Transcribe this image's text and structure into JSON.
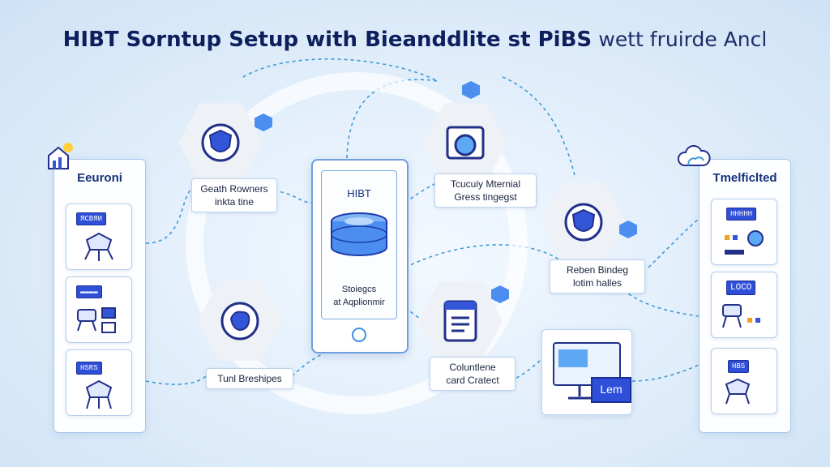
{
  "title": {
    "bold_text": "HIBT Sorntup Setup with Bieanddlite st PiBS",
    "light_text": "wett fruirde Ancl"
  },
  "left_panel": {
    "title": "Eeuroni",
    "cards": [
      {
        "tag": "ЯСВЯИ"
      },
      {
        "tag": "▬▬▬▬"
      },
      {
        "tag": "HSRS"
      }
    ]
  },
  "right_panel": {
    "title": "Tmelficlted",
    "cards": [
      {
        "tag": "HHHHH"
      },
      {
        "tag": "LOCO"
      },
      {
        "tag": "HBS"
      }
    ]
  },
  "center_phone": {
    "label_top": "HIBT",
    "label_bottom_line1": "Stoiegcs",
    "label_bottom_line2": "at Aqplionmir"
  },
  "nodes": {
    "top_left_label": [
      "Geath Rowners",
      "inkta tine"
    ],
    "top_right_label": [
      "Tcucuiy Mternial",
      "Gress tingegst"
    ],
    "mid_right_label": [
      "Reben Bindeg",
      "lotim halles"
    ],
    "bottom_left_label": [
      "Tunl Breshipes"
    ],
    "bottom_mid_label": [
      "Coluntlene",
      "card Cratect"
    ],
    "monitor_text": "Lem"
  },
  "colors": {
    "primary": "#2f4fd8",
    "accent": "#4c8ef0",
    "title": "#0d1f5c",
    "line": "#3e9ad6"
  }
}
